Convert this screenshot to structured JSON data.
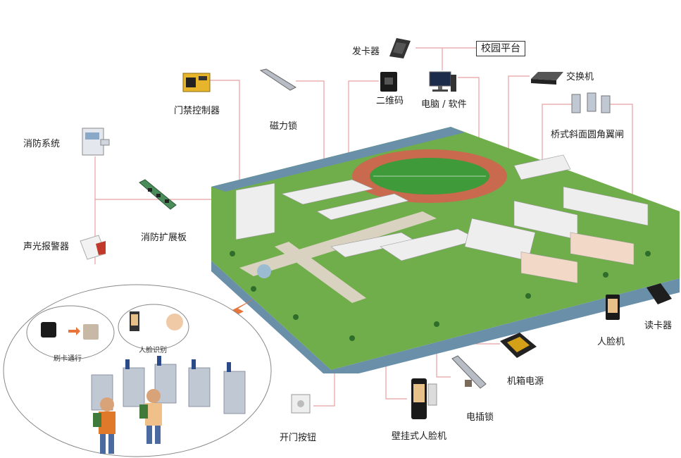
{
  "labels": {
    "card_issuer": "发卡器",
    "campus_platform": "校园平台",
    "qr_code": "二维码",
    "pc_software": "电脑 / 软件",
    "switch": "交换机",
    "access_controller": "门禁控制器",
    "magnetic_lock": "磁力锁",
    "bridge_turnstile": "桥式斜面圆角翼闸",
    "fire_system": "消防系统",
    "fire_expansion_board": "消防扩展板",
    "sound_light_alarm": "声光报警器",
    "face_terminal": "人脸机",
    "card_reader": "读卡器",
    "chassis_power": "机箱电源",
    "electric_bolt_lock": "电插锁",
    "exit_button": "开门按钮",
    "wall_face_terminal": "壁挂式人脸机",
    "swipe_pass": "刷卡通行",
    "face_recognition": "人脸识别"
  },
  "colors": {
    "connector_line": "#e8a0a0",
    "grass": "#6fae4a",
    "track": "#c96a4e",
    "water": "#6a8fa8",
    "building": "#eeeeee",
    "accent_orange": "#e8743b",
    "backpack_green": "#3f7a3a",
    "shirt_orange": "#e07a2a"
  },
  "icons": {
    "card_issuer": "card-issuer-icon",
    "pc": "computer-icon",
    "switch": "network-switch-icon",
    "controller": "controller-board-icon",
    "mag_lock": "magnetic-lock-icon",
    "qr": "qr-reader-icon",
    "turnstile": "turnstile-icon",
    "fire": "fire-panel-icon",
    "board": "expansion-board-icon",
    "alarm": "alarm-icon",
    "face": "face-terminal-icon",
    "reader": "card-reader-icon",
    "power": "power-box-icon",
    "bolt": "bolt-lock-icon",
    "button": "exit-button-icon",
    "wall_face": "wall-face-terminal-icon"
  }
}
